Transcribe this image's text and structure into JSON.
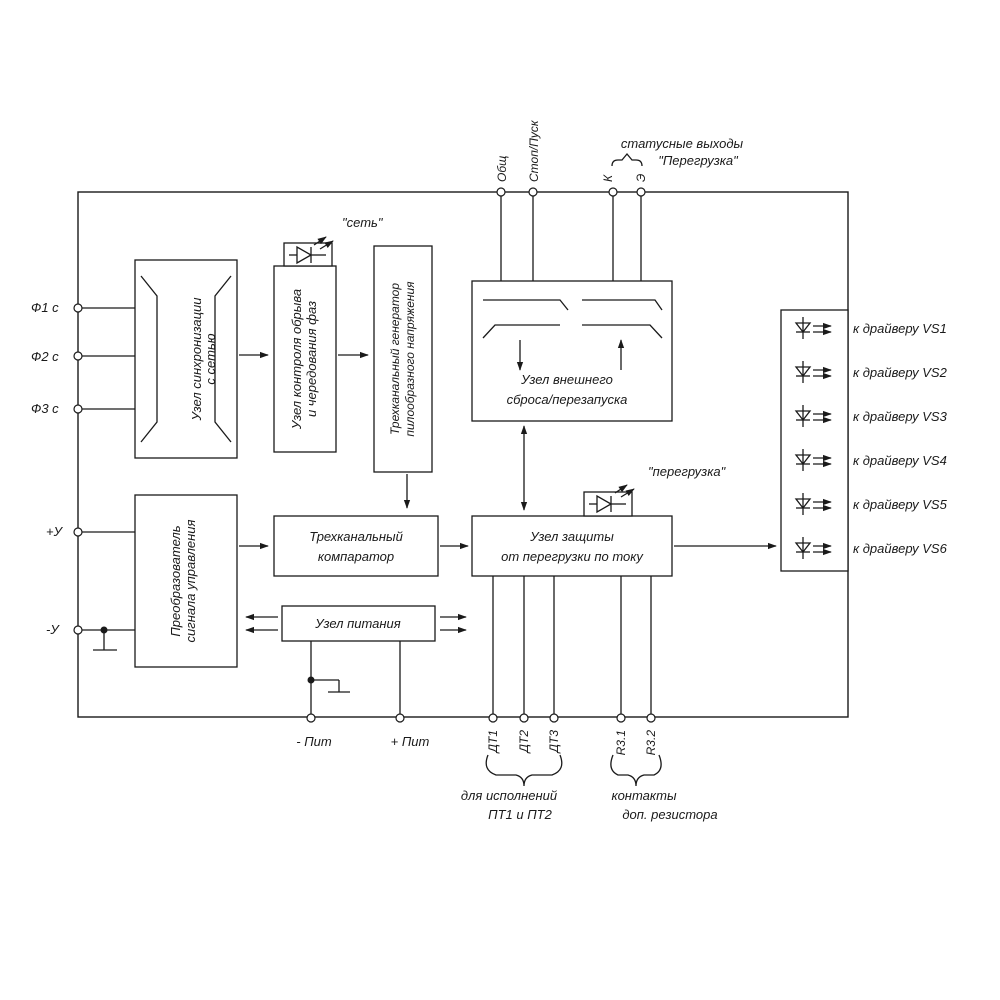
{
  "blocks": {
    "sync": [
      "Узел синхронизации",
      "с сетью"
    ],
    "phase_control": [
      "Узел контроля обрыва",
      "и чередования фаз"
    ],
    "saw_generator": [
      "Трехканальный генератор",
      "пилообразного напряжения"
    ],
    "reset": [
      "Узел внешнего",
      "сброса/перезапуска"
    ],
    "comparator": [
      "Трехканальный",
      "компаратор"
    ],
    "protection": [
      "Узел защиты",
      "от перегрузки по току"
    ],
    "converter": [
      "Преобразователь",
      "сигнала управления"
    ],
    "power": "Узел питания"
  },
  "indicators": {
    "network_led": "\"сеть\"",
    "overload_led": "\"перегрузка\""
  },
  "left_pins": [
    "Ф1 с",
    "Ф2 с",
    "Ф3 с",
    "+У",
    "-У"
  ],
  "top_pins": {
    "common": "Общ",
    "stop_start": "Стоп/Пуск",
    "k": "К",
    "e": "Э",
    "status_title": "статусные выходы",
    "status_subtitle": "\"Перегрузка\""
  },
  "bottom_pins": {
    "minus_power": "- Пит",
    "plus_power": "+ Пит",
    "dt1": "ДТ1",
    "dt2": "ДТ2",
    "dt3": "ДТ3",
    "r31": "R3.1",
    "r32": "R3.2",
    "pt_note": [
      "для исполнений",
      "ПТ1 и ПТ2"
    ],
    "resistor_note": [
      "контакты",
      "доп. резистора"
    ]
  },
  "driver_outputs": [
    "к драйверу VS1",
    "к драйверу VS2",
    "к драйверу VS3",
    "к драйверу VS4",
    "к драйверу VS5",
    "к драйверу VS6"
  ]
}
